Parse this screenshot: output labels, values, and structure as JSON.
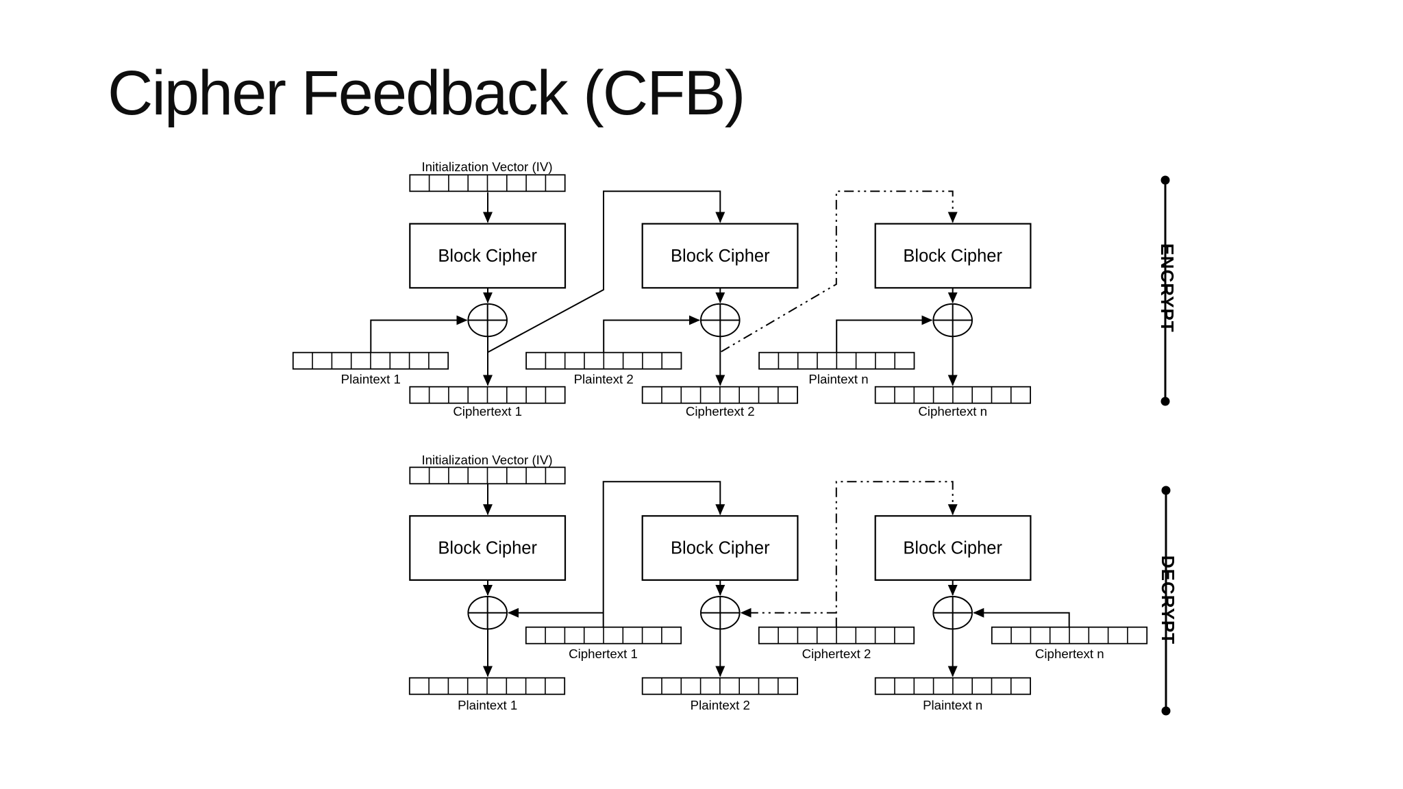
{
  "title": "Cipher Feedback (CFB)",
  "colors": {
    "ink": "#000000",
    "background": "#ffffff"
  },
  "encrypt": {
    "section_label": "ENCRYPT",
    "iv_label": "Initialization Vector (IV)",
    "block_labels": [
      "Block Cipher",
      "Block Cipher",
      "Block Cipher"
    ],
    "plaintext_labels": [
      "Plaintext 1",
      "Plaintext 2",
      "Plaintext n"
    ],
    "ciphertext_labels": [
      "Ciphertext 1",
      "Ciphertext 2",
      "Ciphertext n"
    ]
  },
  "decrypt": {
    "section_label": "DECRYPT",
    "iv_label": "Initialization Vector (IV)",
    "block_labels": [
      "Block Cipher",
      "Block Cipher",
      "Block Cipher"
    ],
    "plaintext_labels": [
      "Plaintext 1",
      "Plaintext 2",
      "Plaintext n"
    ],
    "ciphertext_labels": [
      "Ciphertext 1",
      "Ciphertext 2",
      "Ciphertext n"
    ]
  }
}
